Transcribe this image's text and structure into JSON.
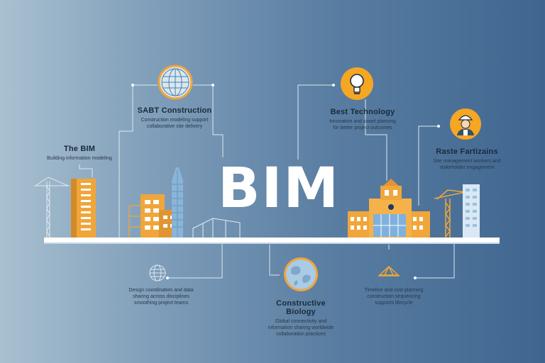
{
  "title": "BIM",
  "labels": {
    "top_left": {
      "title": "SABT Construction",
      "desc": "Construction modeling support\ncollaborative site delivery"
    },
    "left": {
      "title": "The BIM",
      "desc": "Building information modeling"
    },
    "top_right": {
      "title": "Best Technology",
      "desc": "Innovation and smart planning\nfor better project outcomes"
    },
    "right": {
      "title": "Raste Fartizains",
      "desc": "Site management workers and\nstakeholder engagement"
    },
    "bottom_left": {
      "title": "",
      "desc": "Design coordination and data\nsharing across disciplines\nsmoothing project teams"
    },
    "bottom_center": {
      "title": "Constructive Biology",
      "desc": "Global connectivity and\ninformation sharing worldwide\ncollaboration practices"
    },
    "bottom_right": {
      "title": "",
      "desc": "Timeline and cost planning\nconstruction sequencing\nsupports lifecycle"
    }
  },
  "icons": {
    "globe_top": "globe-wireframe-icon",
    "bulb": "lightbulb-icon",
    "worker": "construction-worker-icon",
    "globe_small": "globe-outline-icon",
    "earth": "earth-icon",
    "roof": "roof-structure-icon"
  },
  "colors": {
    "accent": "#f5a623",
    "building_orange": "#f0a63a",
    "building_blue": "#8ab4d8",
    "line": "#d8e6f0",
    "platform": "#ffffff"
  }
}
